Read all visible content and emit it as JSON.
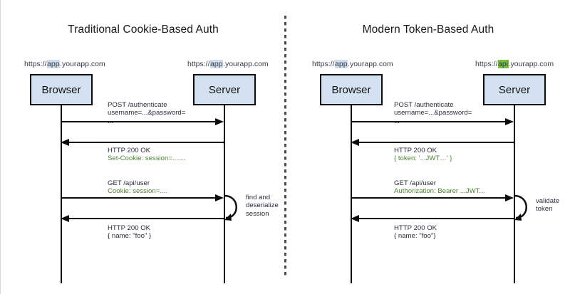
{
  "panels": [
    {
      "id": "traditional",
      "title": "Traditional Cookie-Based Auth",
      "actors": [
        {
          "name": "Browser",
          "url_prefix": "https://",
          "url_highlight": "app",
          "url_suffix": ".yourapp.com",
          "highlight_color": "#cfdcec"
        },
        {
          "name": "Server",
          "url_prefix": "https://",
          "url_highlight": "app",
          "url_suffix": ".yourapp.com",
          "highlight_color": "#cfdcec"
        }
      ],
      "messages": [
        {
          "direction": "right",
          "line1": "POST /authenticate",
          "line2": "username=...&password=",
          "line3": "..."
        },
        {
          "direction": "left",
          "line1": "HTTP 200 OK",
          "line2": "Set-Cookie: session=.......",
          "line3": ""
        },
        {
          "direction": "right",
          "line1": "GET /api/user",
          "line2": "Cookie: session=....",
          "line3": ""
        },
        {
          "direction": "left",
          "line1": "HTTP 200 OK",
          "line2": "",
          "line3": "{ name: \"foo\" }"
        }
      ],
      "selfloop": {
        "line1": "find and",
        "line2": "deserialize",
        "line3": "session"
      }
    },
    {
      "id": "modern",
      "title": "Modern Token-Based Auth",
      "actors": [
        {
          "name": "Browser",
          "url_prefix": "https://",
          "url_highlight": "app",
          "url_suffix": ".yourapp.com",
          "highlight_color": "#cfdcec"
        },
        {
          "name": "Server",
          "url_prefix": "https://",
          "url_highlight": "api",
          "url_suffix": ".yourapp.com",
          "highlight_color": "#76c043"
        }
      ],
      "messages": [
        {
          "direction": "right",
          "line1": "POST /authenticate",
          "line2": "username=...&password=",
          "line3": "..."
        },
        {
          "direction": "left",
          "line1": "HTTP 200 OK",
          "line2": "{ token: '...JWT…' }",
          "line3": ""
        },
        {
          "direction": "right",
          "line1": "GET /api/user",
          "line2": "Authorization: Bearer ...JWT...",
          "line3": ""
        },
        {
          "direction": "left",
          "line1": "HTTP 200 OK",
          "line2": "",
          "line3": "{ name: \"foo\"}"
        }
      ],
      "selfloop": {
        "line1": "validate",
        "line2": "token",
        "line3": ""
      }
    }
  ],
  "colors": {
    "actor_fill": "#d3e1f0",
    "actor_border": "#0d0d0d",
    "green_text": "#4e8234",
    "dark_text": "#2b2b3c",
    "highlight_blue": "#cfdcec",
    "highlight_green": "#76c043"
  }
}
